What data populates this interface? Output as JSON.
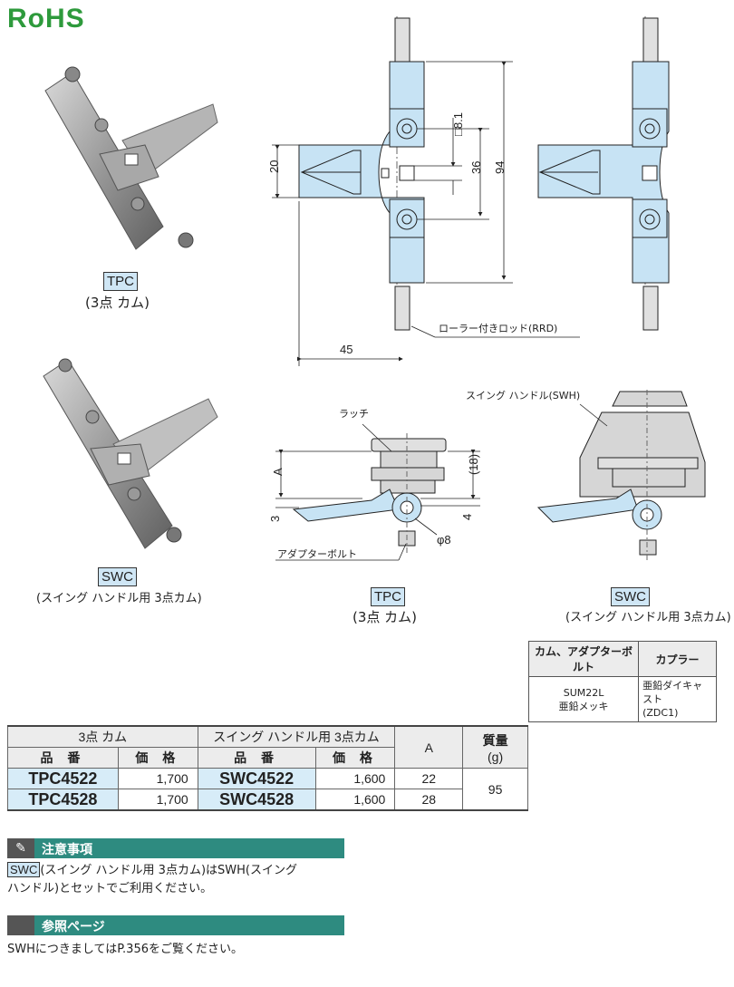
{
  "logo": "RoHS",
  "photos": {
    "tpc": {
      "code": "TPC",
      "caption": "(3点 カム)"
    },
    "swc": {
      "code": "SWC",
      "caption": "(スイング ハンドル用 3点カム)"
    }
  },
  "drawing_top": {
    "dims": {
      "d20": "20",
      "d36": "36",
      "d94": "94",
      "d45": "45",
      "sq": "□8.1"
    },
    "rod_note": "ローラー付きロッド(RRD)"
  },
  "drawing_bottom": {
    "latch": "ラッチ",
    "swing_handle": "スイング ハンドル(SWH)",
    "adapter_bolt": "アダプターボルト",
    "dims": {
      "a": "A",
      "d3": "3",
      "d18": "(18)",
      "d4": "4",
      "phi8": "φ8"
    },
    "tpc_code": "TPC",
    "tpc_caption": "(3点 カム)",
    "swc_code": "SWC",
    "swc_caption": "(スイング ハンドル用 3点カム)"
  },
  "material_table": {
    "headers": [
      "カム、アダプターボルト",
      "カプラー"
    ],
    "row": {
      "c1_l1": "SUM22L",
      "c1_l2": "亜鉛メッキ",
      "c2_l1": "亜鉛ダイキャスト",
      "c2_l2": "(ZDC1)"
    }
  },
  "price_table": {
    "group1": "3点 カム",
    "group2": "スイング ハンドル用 3点カム",
    "col_a": "A",
    "col_mass_l1": "質量",
    "col_mass_l2": "(g)",
    "sub_code": "品 番",
    "sub_price": "価 格",
    "rows": [
      {
        "tpc": "TPC4522",
        "tpc_price": "1,700",
        "swc": "SWC4522",
        "swc_price": "1,600",
        "a": "22"
      },
      {
        "tpc": "TPC4528",
        "tpc_price": "1,700",
        "swc": "SWC4528",
        "swc_price": "1,600",
        "a": "28"
      }
    ],
    "mass": "95"
  },
  "notice": {
    "title": "注意事項",
    "code": "SWC",
    "line1": "(スイング ハンドル用 3点カム)はSWH(スイング",
    "line2": "ハンドル)とセットでご利用ください。"
  },
  "reference": {
    "title": "参照ページ",
    "text": "SWHにつきましてはP.356をご覧ください。"
  },
  "colors": {
    "part_fill": "#c7e3f4",
    "accent_bar": "#2e8b80",
    "logo": "#2e9a3c"
  }
}
